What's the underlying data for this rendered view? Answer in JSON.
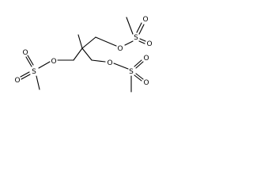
{
  "molecule": {
    "atoms": {
      "o_top": "O",
      "s_top": "S",
      "o_top_up": "O",
      "o_top_down": "O",
      "o_left": "O",
      "s_left": "S",
      "o_left_up": "O",
      "o_left_down": "O",
      "o_right": "O",
      "s_right": "S",
      "o_right_up": "O",
      "o_right_down": "O"
    }
  }
}
